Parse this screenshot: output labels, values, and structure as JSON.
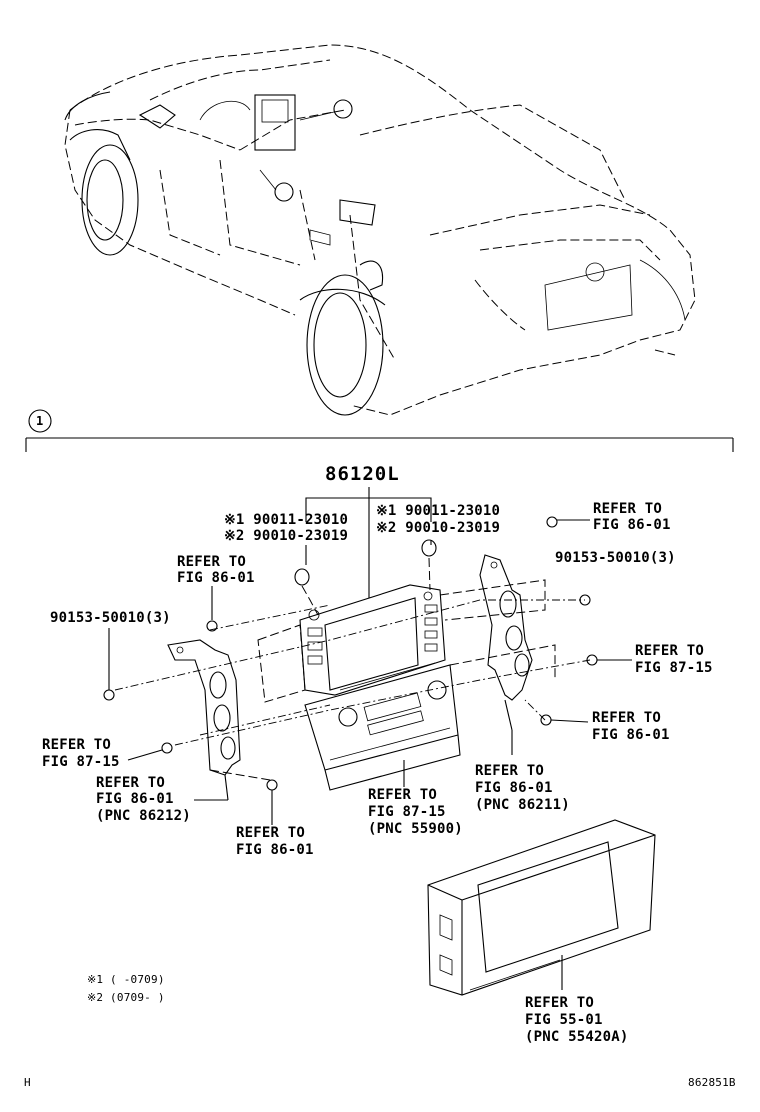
{
  "callout_marker": "1",
  "main_part": "86120L",
  "labels": {
    "left_bolt_1": "※1 90011-23010",
    "left_bolt_2": "※2 90010-23019",
    "right_bolt_1": "※1 90011-23010",
    "right_bolt_2": "※2 90010-23019",
    "refer_top_right": [
      "REFER TO",
      "FIG 86-01"
    ],
    "screw_right": "90153-50010(3)",
    "refer_top_left": [
      "REFER TO",
      "FIG 86-01"
    ],
    "screw_left": "90153-50010(3)",
    "refer_right_mid": [
      "REFER TO",
      "FIG 87-15"
    ],
    "refer_right_low": [
      "REFER TO",
      "FIG 86-01"
    ],
    "refer_left_mid": [
      "REFER TO",
      "FIG 87-15"
    ],
    "refer_left_low": [
      "REFER TO",
      "FIG 86-01",
      "(PNC 86212)"
    ],
    "refer_right_bracket": [
      "REFER TO",
      "FIG 86-01",
      "(PNC 86211)"
    ],
    "refer_center": [
      "REFER TO",
      "FIG 87-15",
      "(PNC 55900)"
    ],
    "refer_bottom_left": [
      "REFER TO",
      "FIG 86-01"
    ],
    "refer_display": [
      "REFER TO",
      "FIG 55-01",
      "(PNC 55420A)"
    ]
  },
  "notes": [
    "※1 (    -0709)",
    "※2 (0709-    )"
  ],
  "footer_left": "H",
  "footer_right": "862851B"
}
